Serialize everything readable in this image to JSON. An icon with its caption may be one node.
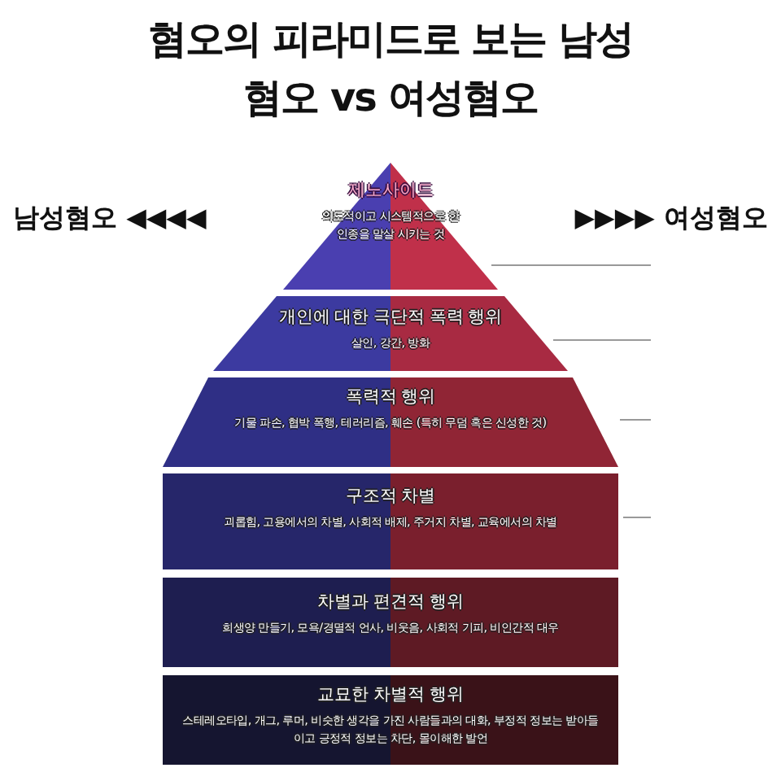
{
  "diagram": {
    "title": "혐오의 피라미드로 보는 남성혐오 vs 여성혐오",
    "nodes": [
      {
        "text": [
          "제노사이드",
          "의도적이고 시스템적으로 한 인종을 말살 시키는 것"
        ]
      },
      {
        "text": [
          "개인에 대한 극단적 폭력 행위",
          "살인, 강간, 방화"
        ]
      },
      {
        "text": [
          "폭력적 행위",
          "기물 파손, 협박 폭행, 테러리즘, 훼손 (특히 무덤 혹은 신성한 것)"
        ]
      },
      {
        "text": [
          "구조적 차별",
          "괴롭힘, 고용에서의 차별, 사회적 배제, 주거지 차별, 교육에서의 차별"
        ]
      },
      {
        "text": [
          "차별과 편견적 행위",
          "희생양 만들기, 모욕/경멸적 언사, 비웃음, 사회적 기피, 비인간적 대우"
        ]
      },
      {
        "text": [
          "교묘한 차별적 행위",
          "스테레오타입, 개그, 루머, 비슷한 생각을 가진 사람들과의 대화, 부정적 정보는 받아들이고 긍정적 정보는 차단, 몰이해한 발언"
        ]
      }
    ],
    "edges": [],
    "labels": [
      "남성혐오 ◀◀◀◀",
      "▶▶▶▶ 여성혐오"
    ]
  }
}
